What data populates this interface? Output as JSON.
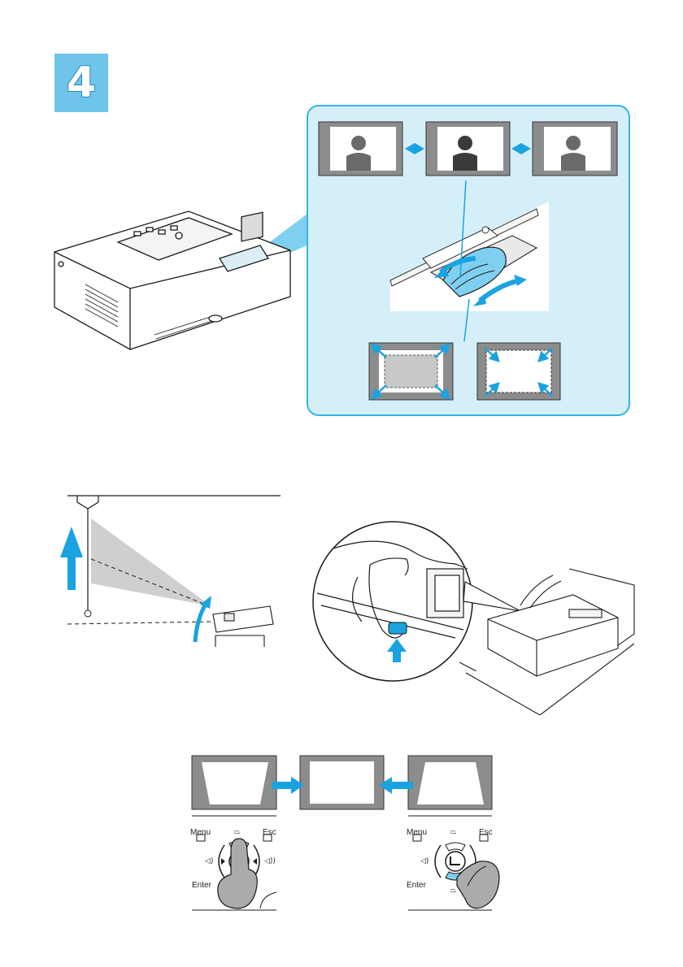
{
  "step": {
    "number": "4"
  },
  "colors": {
    "accent": "#1aa3e0",
    "panel_bg": "#d5eff9",
    "badge_bg": "#6ec4ea",
    "gray_frame": "#8c8c8c"
  },
  "control_panel_left": {
    "menu_label": "Menu",
    "esc_label": "Esc",
    "enter_label": "Enter"
  },
  "control_panel_right": {
    "menu_label": "Menu",
    "esc_label": "Esc",
    "enter_label": "Enter"
  },
  "icons": [
    "keystone-up-icon",
    "keystone-down-icon",
    "volume-down-icon",
    "volume-up-icon",
    "enter-icon",
    "double-arrow-icon",
    "arrow-up-icon",
    "arrow-right-icon",
    "arrow-left-icon"
  ]
}
